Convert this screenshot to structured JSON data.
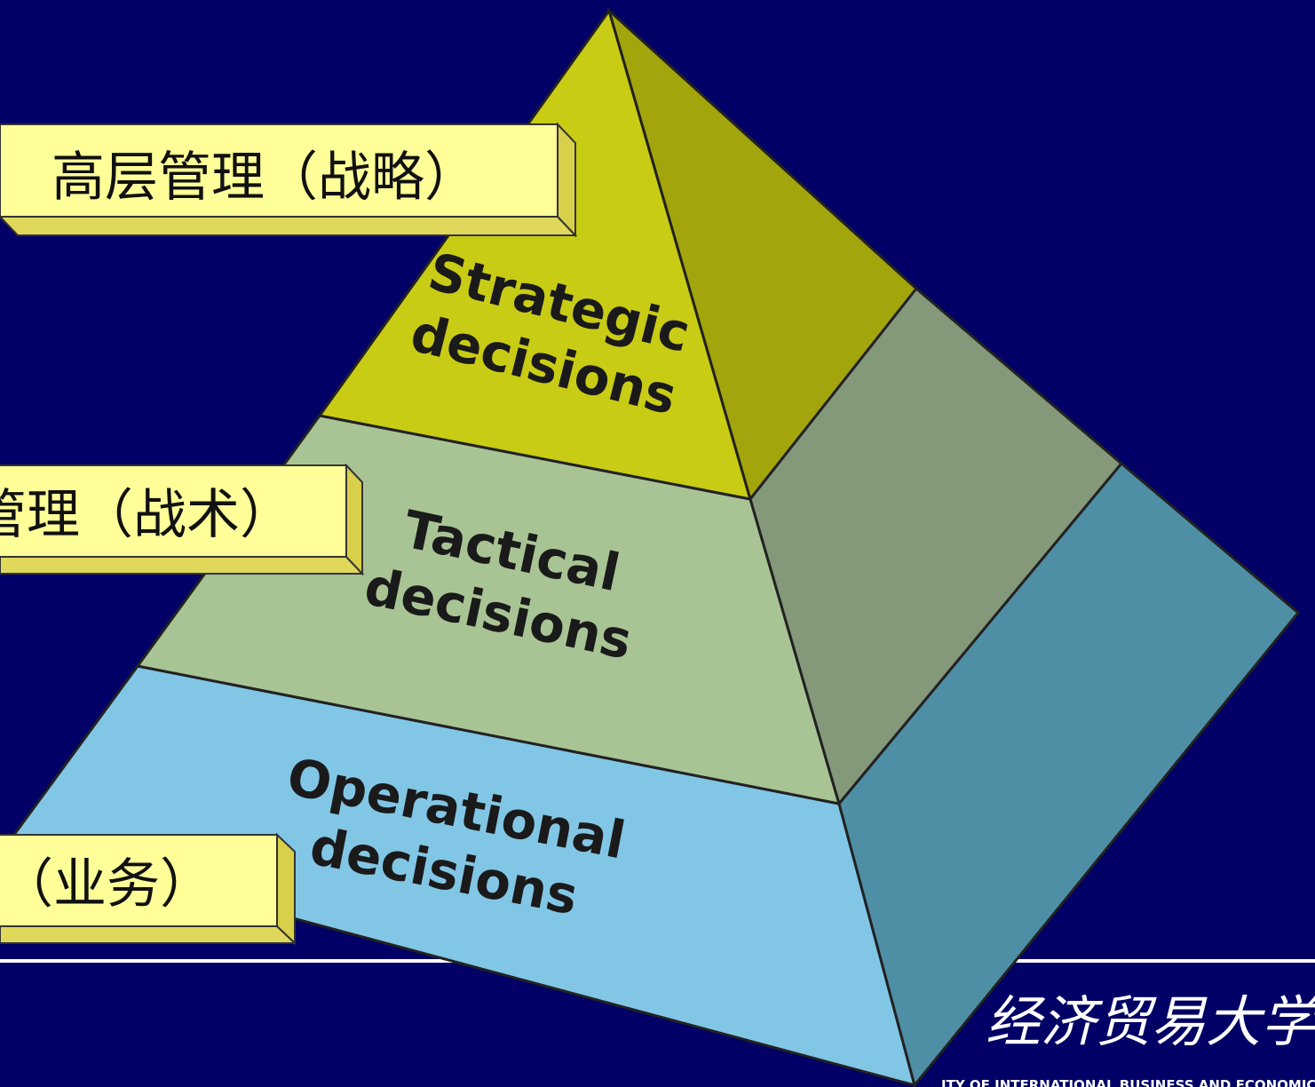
{
  "pyramid": {
    "levels": [
      {
        "line1": "Strategic",
        "line2": "decisions",
        "color": "#c9cc14",
        "side_color": "#a3a50c"
      },
      {
        "line1": "Tactical",
        "line2": "decisions",
        "color": "#a9c494",
        "side_color": "#84987a"
      },
      {
        "line1": "Operational",
        "line2": "decisions",
        "color": "#82c6e6",
        "side_color": "#4f8fa6"
      }
    ]
  },
  "labels": {
    "top": "高层管理（战略）",
    "middle": "管理（战术）",
    "bottom": "（业务）",
    "fill_color": "#ffff99",
    "edge_color": "#e0d85a"
  },
  "footer": {
    "logo_cn": "经济贸易大学",
    "logo_en": "ITY OF INTERNATIONAL BUSINESS AND ECONOMICS"
  },
  "colors": {
    "background": "#000066",
    "rule": "#ffffff"
  }
}
